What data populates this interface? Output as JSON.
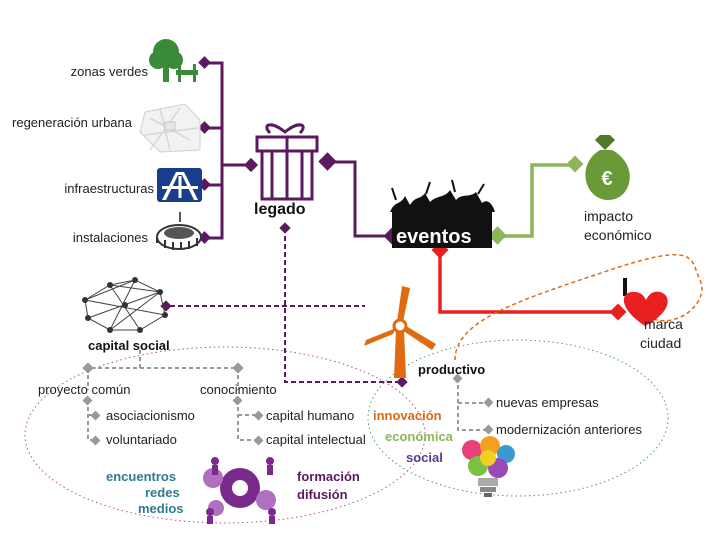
{
  "legado": {
    "title": "legado",
    "items": [
      "zonas verdes",
      "regeneración urbana",
      "infraestructuras",
      "instalaciones"
    ]
  },
  "eventos": {
    "title": "eventos"
  },
  "impacto": {
    "label_line1": "impacto",
    "label_line2": "económico"
  },
  "marca": {
    "label_line1": "marca",
    "label_line2": "ciudad"
  },
  "capital_social": {
    "title": "capital social",
    "proyecto": {
      "label": "proyecto común",
      "children": [
        "asociacionismo",
        "voluntariado"
      ]
    },
    "conocimiento": {
      "label": "conocimiento",
      "children": [
        "capital humano",
        "capital intelectual"
      ]
    }
  },
  "productivo": {
    "title": "productivo",
    "children": [
      "nuevas empresas",
      "modernización anteriores"
    ]
  },
  "innovacion": {
    "line1": "innovación",
    "line2": "económica",
    "line3": "social"
  },
  "encuentros": {
    "line1": "encuentros",
    "line2": "redes",
    "line3": "medios"
  },
  "formacion": {
    "line1": "formación",
    "line2": "difusión"
  },
  "colors": {
    "legado": "#5b1a5e",
    "impacto": "#8db65a",
    "marca": "#e82020",
    "dashed": "#5b1a5e",
    "orange": "#e06a10",
    "gray": "#999999",
    "teal": "#2e7d8c",
    "green_text": "#8db65a",
    "purple_text": "#5b3a8c"
  },
  "icons": [
    "tree-bench-icon",
    "map-icon",
    "highway-icon",
    "stadium-icon",
    "gift-icon",
    "crowd-icon",
    "money-bag-icon",
    "heart-icon",
    "network-icon",
    "wind-turbine-icon",
    "lightbulb-icon",
    "gears-people-icon"
  ]
}
